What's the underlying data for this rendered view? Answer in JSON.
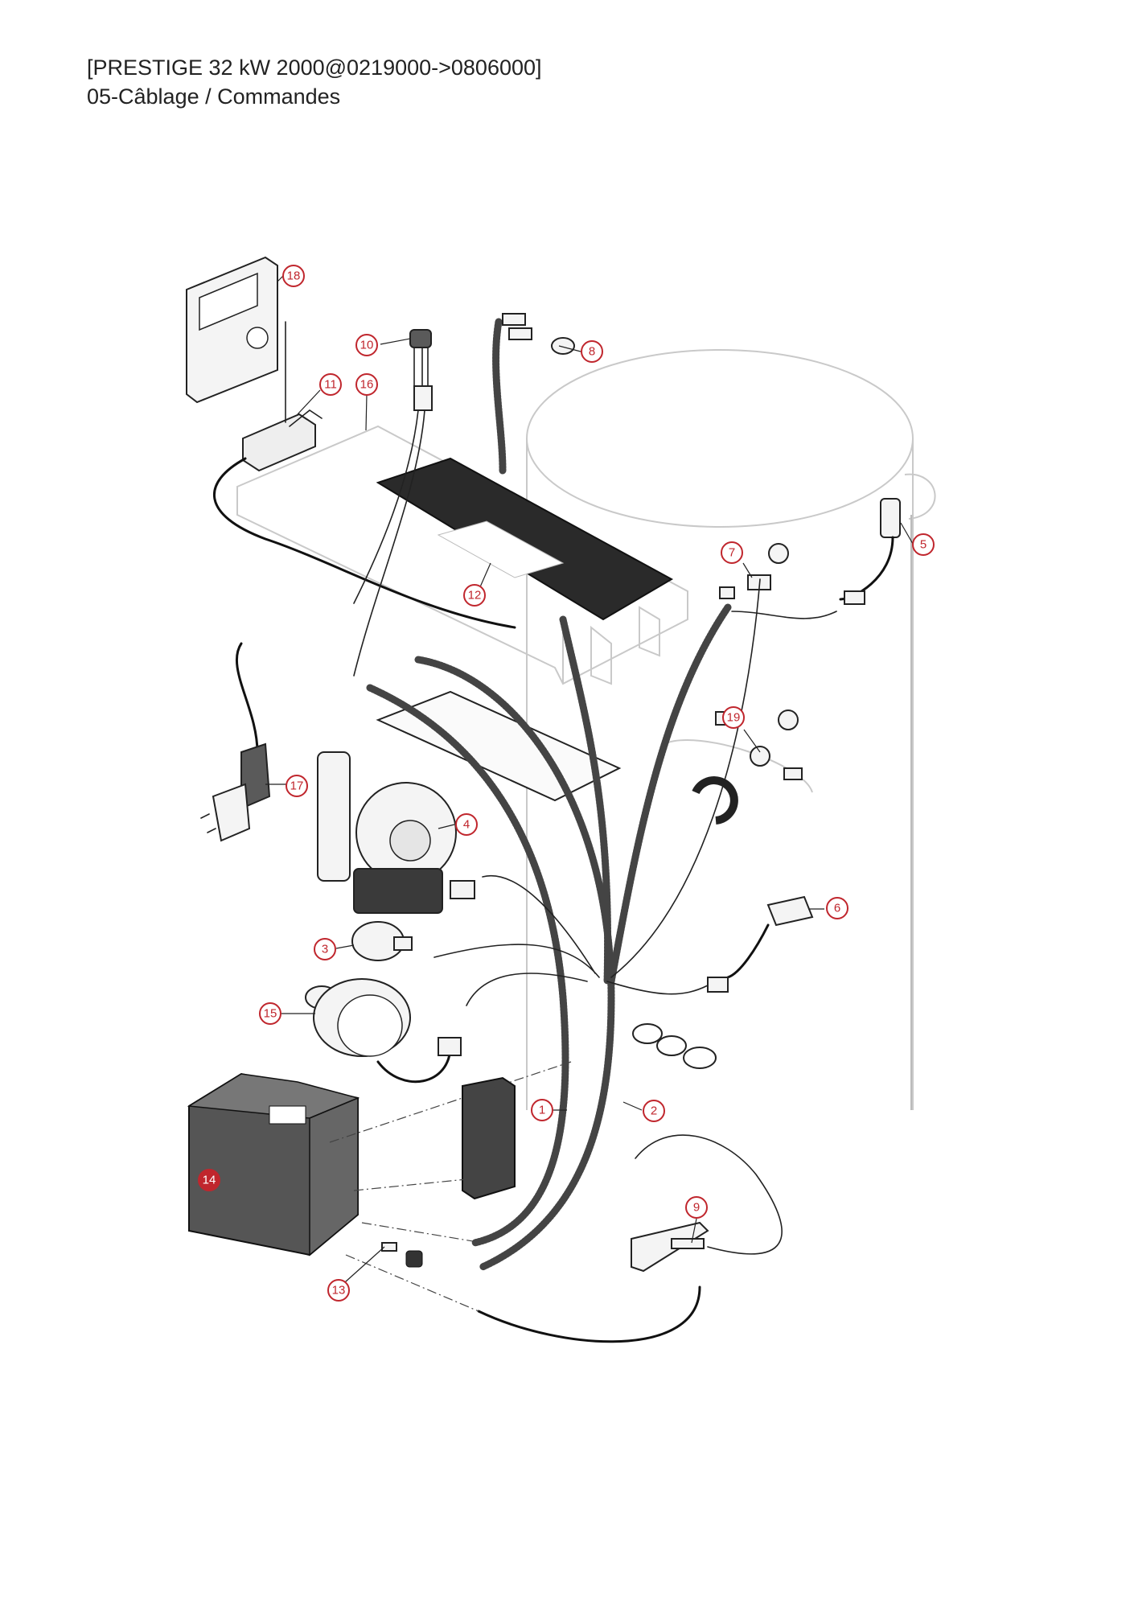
{
  "header": {
    "title": "[PRESTIGE 32 kW 2000@0219000->0806000]",
    "subtitle": "05-Câblage / Commandes"
  },
  "callouts": [
    {
      "id": "c1",
      "label": "1"
    },
    {
      "id": "c2",
      "label": "2"
    },
    {
      "id": "c3",
      "label": "3"
    },
    {
      "id": "c4",
      "label": "4"
    },
    {
      "id": "c5",
      "label": "5"
    },
    {
      "id": "c6",
      "label": "6"
    },
    {
      "id": "c7",
      "label": "7"
    },
    {
      "id": "c8",
      "label": "8"
    },
    {
      "id": "c9",
      "label": "9"
    },
    {
      "id": "c10",
      "label": "10"
    },
    {
      "id": "c11",
      "label": "11"
    },
    {
      "id": "c12",
      "label": "12"
    },
    {
      "id": "c13",
      "label": "13"
    },
    {
      "id": "c14",
      "label": "14"
    },
    {
      "id": "c15",
      "label": "15"
    },
    {
      "id": "c16",
      "label": "16"
    },
    {
      "id": "c17",
      "label": "17"
    },
    {
      "id": "c18",
      "label": "18"
    },
    {
      "id": "c19",
      "label": "19"
    }
  ],
  "colors": {
    "callout": "#c0262d",
    "line": "#222222",
    "ghost": "#c9c9c9"
  }
}
